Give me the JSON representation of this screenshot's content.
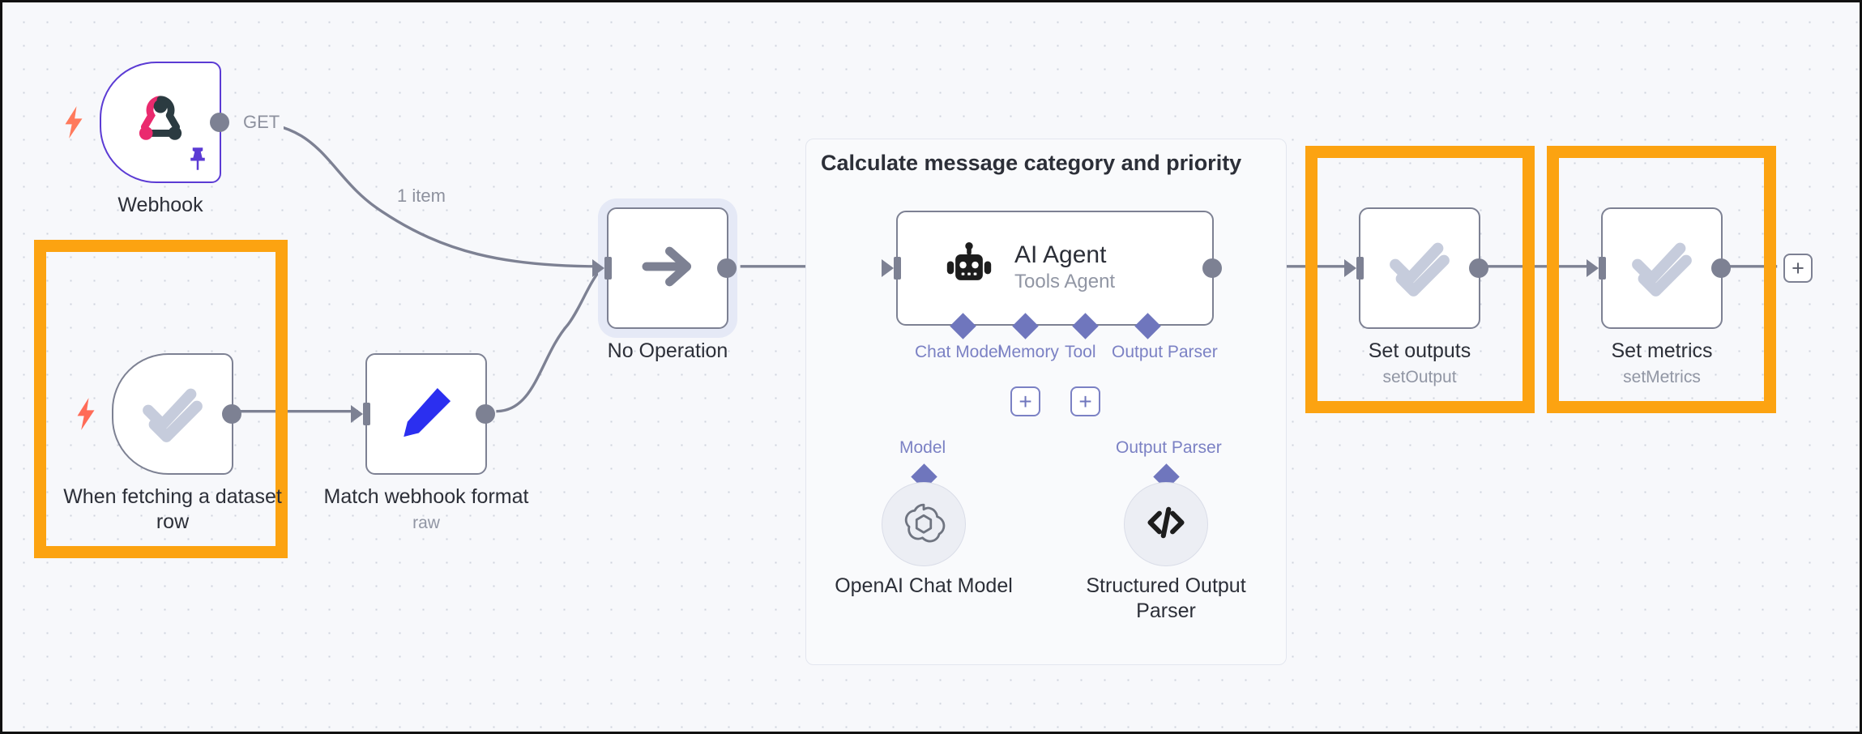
{
  "canvas": {
    "background_color": "#f7f8fb",
    "grid_dot_color": "#cfd3de",
    "highlight_color": "#fca311"
  },
  "nodes": [
    {
      "id": "webhook",
      "label": "Webhook",
      "sublabel": "",
      "icon": "webhook-icon",
      "type": "trigger",
      "pinned": true
    },
    {
      "id": "when-fetching-dataset-row",
      "label": "When fetching a dataset\nrow",
      "sublabel": "",
      "icon": "double-check-icon",
      "type": "trigger",
      "highlighted": true
    },
    {
      "id": "match-webhook-format",
      "label": "Match webhook format",
      "sublabel": "raw",
      "icon": "pencil-icon",
      "type": "action"
    },
    {
      "id": "no-operation",
      "label": "No Operation",
      "sublabel": "",
      "icon": "arrow-right-icon",
      "type": "action",
      "selected": true
    },
    {
      "id": "ai-agent",
      "label": "AI Agent",
      "sublabel": "Tools Agent",
      "icon": "robot-icon",
      "type": "agent"
    },
    {
      "id": "set-outputs",
      "label": "Set outputs",
      "sublabel": "setOutput",
      "icon": "double-check-icon",
      "type": "action",
      "highlighted": true
    },
    {
      "id": "set-metrics",
      "label": "Set metrics",
      "sublabel": "setMetrics",
      "icon": "double-check-icon",
      "type": "action",
      "highlighted": true
    }
  ],
  "subnodes": [
    {
      "id": "openai-chat-model",
      "label": "OpenAI Chat Model",
      "icon": "openai-icon",
      "connection_label": "Model"
    },
    {
      "id": "structured-output-parser",
      "label": "Structured Output\nParser",
      "icon": "code-brackets-icon",
      "connection_label": "Output Parser"
    }
  ],
  "group": {
    "title": "Calculate message category and priority"
  },
  "agent_ports": [
    {
      "id": "chat-model",
      "label": "Chat Model",
      "has_plus": false
    },
    {
      "id": "memory",
      "label": "Memory",
      "has_plus": true
    },
    {
      "id": "tool",
      "label": "Tool",
      "has_plus": true
    },
    {
      "id": "output-parser",
      "label": "Output Parser",
      "has_plus": false
    }
  ],
  "edge_labels": {
    "webhook_method": "GET",
    "item_count": "1 item"
  },
  "buttons": {
    "add_node": "+",
    "add_memory": "+",
    "add_tool": "+"
  }
}
